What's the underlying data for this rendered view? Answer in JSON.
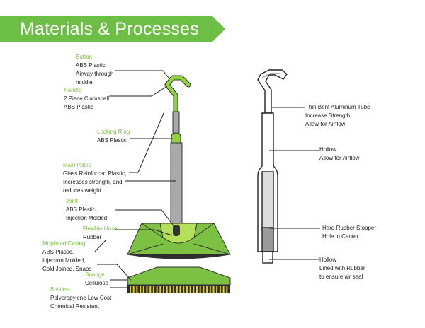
{
  "header": {
    "title": "Materials & Processes",
    "accent_color": "#6cbe45"
  },
  "left_callouts": [
    {
      "name": "Button",
      "lines": [
        "ABS Plastic",
        "Airway through",
        "middle"
      ]
    },
    {
      "name": "Handle",
      "lines": [
        "2 Piece Clamshell",
        "ABS Plastic"
      ]
    },
    {
      "name": "Locking Ring",
      "lines": [
        "ABS Plastic"
      ]
    },
    {
      "name": "Main Poles",
      "lines": [
        "Glass Reinforced Plastic,",
        "Increases strength, and",
        "reduces weight"
      ]
    },
    {
      "name": "Joint",
      "lines": [
        "ABS Plastic,",
        "Injection Molded"
      ]
    },
    {
      "name": "Flexible Hose",
      "lines": [
        "Rubber"
      ]
    },
    {
      "name": "Mophead Casing",
      "lines": [
        "ABS Plastic,",
        "Injection Molded,",
        "Cold Joined, Snaps"
      ]
    },
    {
      "name": "Sponge",
      "lines": [
        "Cellulose"
      ]
    },
    {
      "name": "Bristles",
      "lines": [
        "Polypropylene Low Cost",
        "Chemical Resistant"
      ]
    }
  ],
  "right_callouts": [
    {
      "lines": [
        "Thin Bent Aluminum Tube",
        "Increase Strength",
        "Allow for Airflow"
      ]
    },
    {
      "lines": [
        "Hollow",
        "Allow for Airflow"
      ]
    },
    {
      "lines": [
        "Hard Rubber Stopper",
        "Hole in Center"
      ]
    },
    {
      "lines": [
        "Hollow",
        "Lined with Rubber",
        "to ensure air seal"
      ]
    }
  ]
}
